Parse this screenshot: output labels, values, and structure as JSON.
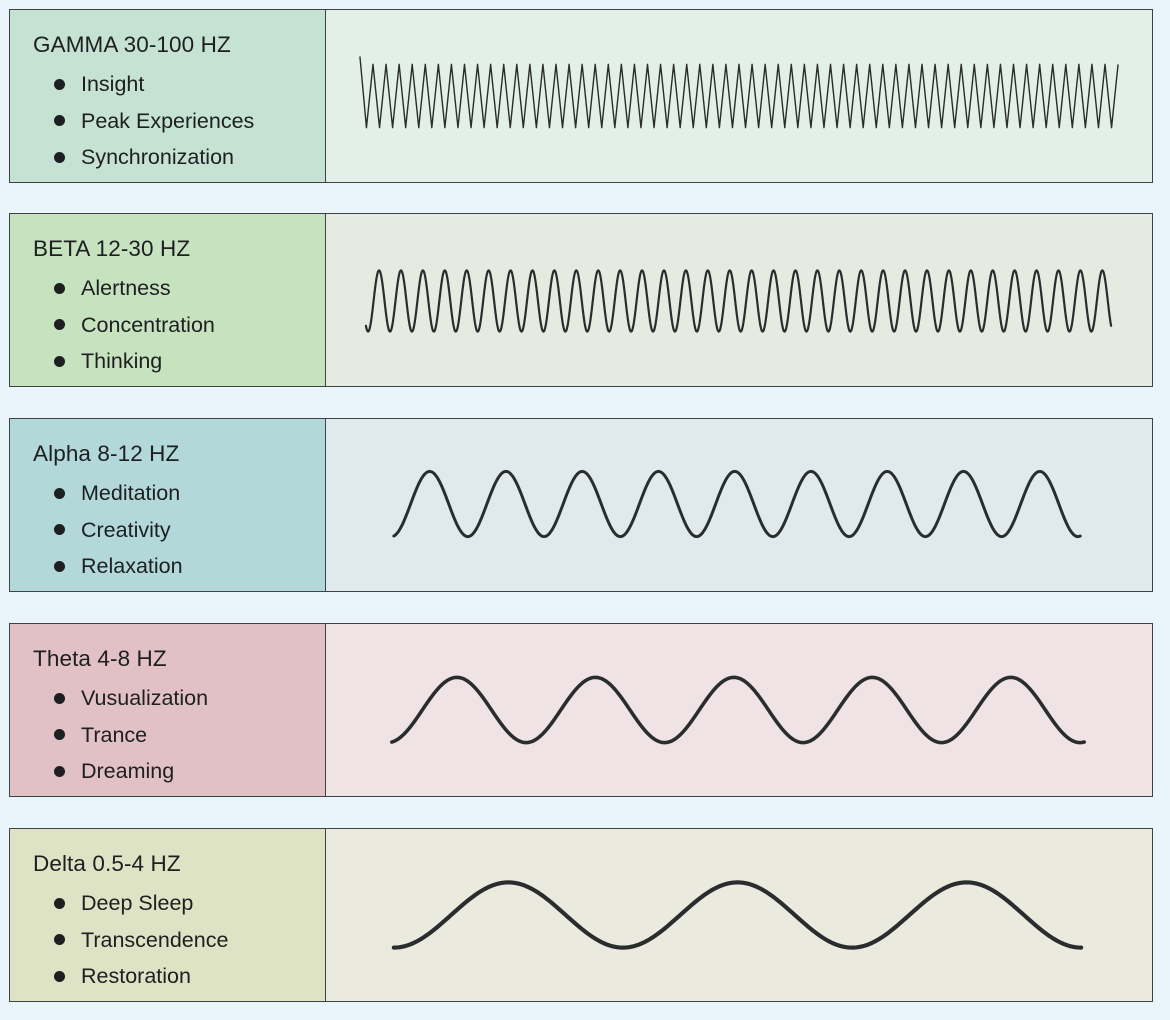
{
  "bands": [
    {
      "title": "GAMMA 30-100 HZ",
      "items": [
        "Insight",
        "Peak Experiences",
        "Synchronization"
      ],
      "label_color": "#c5e2d3",
      "wave_bg": "#e2f0e7",
      "wave_cycles": 58,
      "wave_shape": "zigzag"
    },
    {
      "title": "BETA 12-30 HZ",
      "items": [
        "Alertness",
        "Concentration",
        "Thinking"
      ],
      "label_color": "#c6e2bf",
      "wave_bg": "#e5ebe1",
      "wave_cycles": 34,
      "wave_shape": "sine"
    },
    {
      "title": "Alpha 8-12 HZ",
      "items": [
        "Meditation",
        "Creativity",
        "Relaxation"
      ],
      "label_color": "#b3d8da",
      "wave_bg": "#e0eaec",
      "wave_cycles": 9,
      "wave_shape": "sine"
    },
    {
      "title": "Theta 4-8 HZ",
      "items": [
        "Vusualization",
        "Trance",
        "Dreaming"
      ],
      "label_color": "#e1c0c6",
      "wave_bg": "#f0e3e6",
      "wave_cycles": 5,
      "wave_shape": "sine"
    },
    {
      "title": "Delta 0.5-4 HZ",
      "items": [
        "Deep Sleep",
        "Transcendence",
        "Restoration"
      ],
      "label_color": "#dde3c4",
      "wave_bg": "#ebeadf",
      "wave_cycles": 3,
      "wave_shape": "sine"
    }
  ]
}
